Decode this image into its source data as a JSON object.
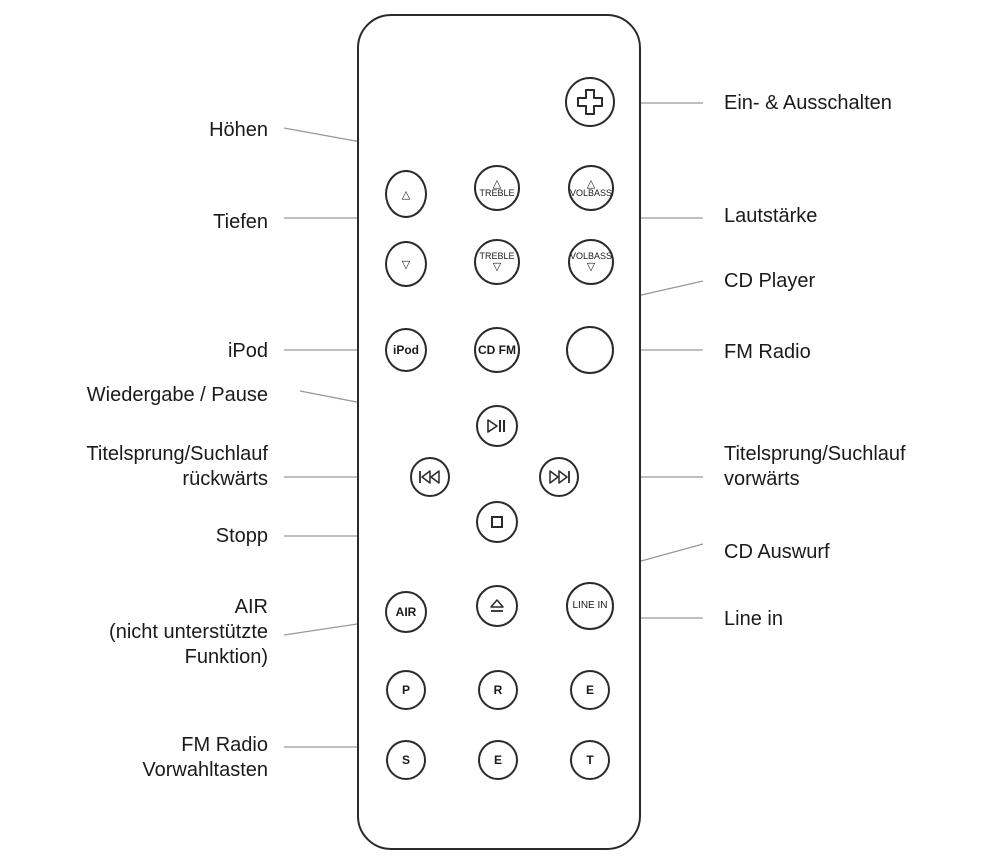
{
  "buttons": {
    "power": {
      "icon": "power-plus-icon"
    },
    "bass_up": {
      "icon": "triangle-up-icon"
    },
    "bass_down": {
      "icon": "triangle-down-icon"
    },
    "treble_up": {
      "label": "TREBLE",
      "icon": "triangle-up-icon"
    },
    "treble_down": {
      "label": "TREBLE",
      "icon": "triangle-down-icon"
    },
    "vol_up": {
      "label": "VOLBASS",
      "icon": "triangle-up-icon"
    },
    "vol_down": {
      "label": "VOLBASS",
      "icon": "triangle-down-icon"
    },
    "ipod": {
      "label": "iPod"
    },
    "cd": {
      "label": "CD FM"
    },
    "fm": {
      "label": ""
    },
    "play_pause": {
      "icon": "play-pause-icon"
    },
    "prev": {
      "icon": "skip-back-icon"
    },
    "next": {
      "icon": "skip-forward-icon"
    },
    "stop": {
      "icon": "stop-icon"
    },
    "air": {
      "label": "AIR"
    },
    "eject": {
      "icon": "eject-icon"
    },
    "line_in": {
      "label": "LINE IN"
    },
    "preset_p": {
      "label": "P"
    },
    "preset_r": {
      "label": "R"
    },
    "preset_e1": {
      "label": "E"
    },
    "preset_s": {
      "label": "S"
    },
    "preset_e2": {
      "label": "E"
    },
    "preset_t": {
      "label": "T"
    }
  },
  "callouts": {
    "ein_aus": "Ein- & Ausschalten",
    "hoehen": "Höhen",
    "tiefen": "Tiefen",
    "lautstaerke": "Lautstärke",
    "cd_player": "CD Player",
    "ipod": "iPod",
    "fm_radio": "FM Radio",
    "wiedergabe": "Wiedergabe / Pause",
    "titel_rueck": [
      "Titelsprung/Suchlauf",
      "rückwärts"
    ],
    "titel_vor": [
      "Titelsprung/Suchlauf",
      "vorwärts"
    ],
    "stopp": "Stopp",
    "cd_auswurf": "CD Auswurf",
    "air": [
      "AIR",
      "(nicht unterstützte",
      "Funktion)"
    ],
    "line_in": "Line in",
    "fm_presets": [
      "FM Radio",
      "Vorwahltasten"
    ]
  },
  "colors": {
    "outline": "#2a2a2a",
    "leader": "#999999",
    "text": "#1a1a1a"
  }
}
